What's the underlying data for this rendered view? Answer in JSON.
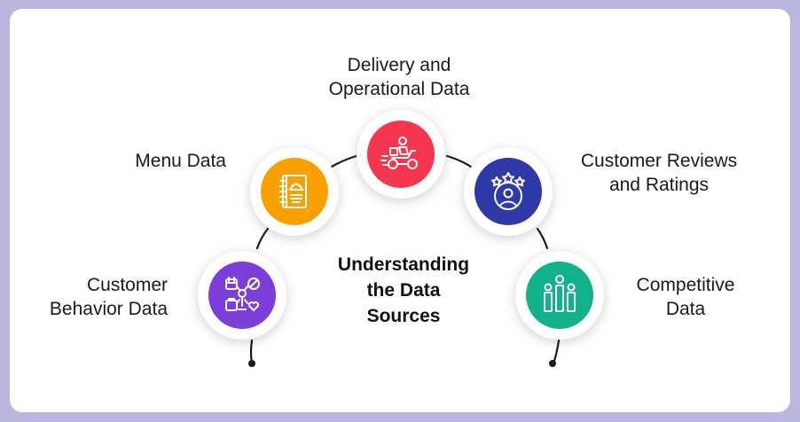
{
  "title_lines": [
    "Understanding",
    "the Data",
    "Sources"
  ],
  "sources": [
    {
      "id": "customer-behavior",
      "lines": [
        "Customer",
        "Behavior Data"
      ],
      "icon": "customer-behavior-icon",
      "color": "#7c3ed8"
    },
    {
      "id": "menu",
      "lines": [
        "Menu Data"
      ],
      "icon": "menu-book-icon",
      "color": "#f7a000"
    },
    {
      "id": "delivery",
      "lines": [
        "Delivery and",
        "Operational Data"
      ],
      "icon": "delivery-scooter-icon",
      "color": "#f5364f"
    },
    {
      "id": "reviews",
      "lines": [
        "Customer Reviews",
        "and Ratings"
      ],
      "icon": "rating-stars-icon",
      "color": "#2d3aa8"
    },
    {
      "id": "competitive",
      "lines": [
        "Competitive",
        "Data"
      ],
      "icon": "bar-people-icon",
      "color": "#12b28c"
    }
  ],
  "colors": {
    "background": "#b9b6e0",
    "card": "#ffffff",
    "arc": "#1a1a1a"
  }
}
